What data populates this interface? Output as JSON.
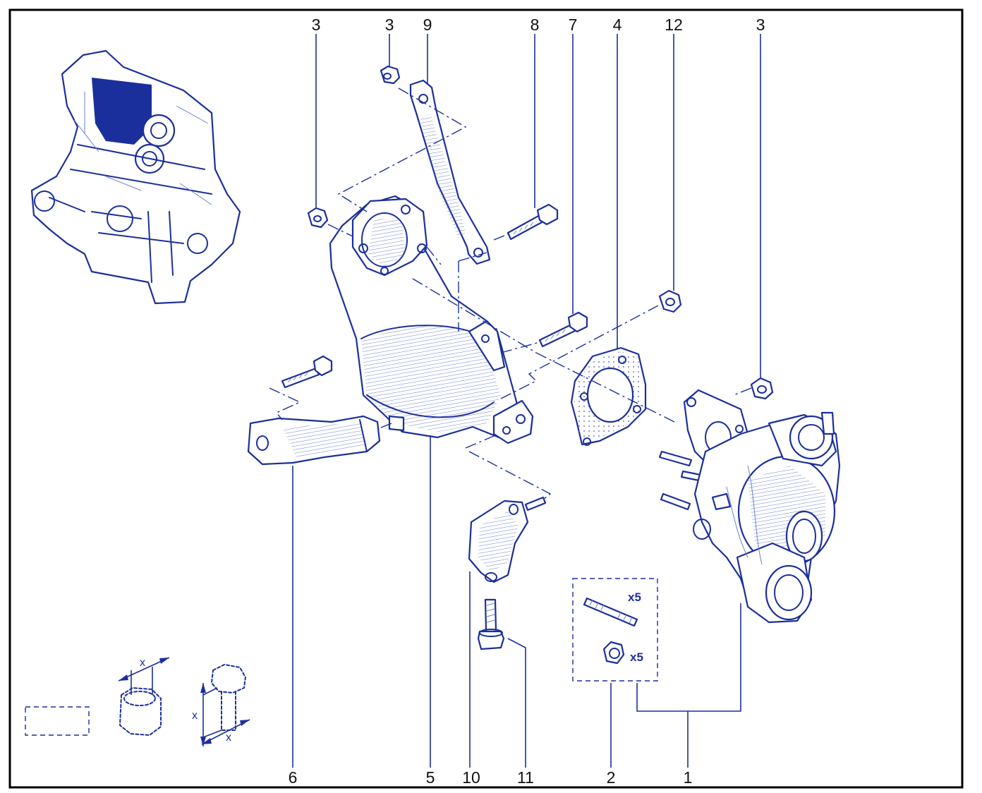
{
  "callouts": {
    "top": [
      {
        "label": "3"
      },
      {
        "label": "3"
      },
      {
        "label": "9"
      },
      {
        "label": "8"
      },
      {
        "label": "7"
      },
      {
        "label": "4"
      },
      {
        "label": "12"
      },
      {
        "label": "3"
      }
    ],
    "bottom": [
      {
        "label": "6"
      },
      {
        "label": "5"
      },
      {
        "label": "10"
      },
      {
        "label": "11"
      },
      {
        "label": "2"
      },
      {
        "label": "1"
      }
    ]
  },
  "kit": {
    "stud_qty": "x5",
    "nut_qty": "x5"
  },
  "dimension_key": {
    "nut_dim": "x",
    "bolt_head_dim": "x",
    "bolt_shank_dim": "x"
  },
  "colors": {
    "line": "#1b2f9c",
    "frame": "#000000",
    "background": "#ffffff"
  }
}
